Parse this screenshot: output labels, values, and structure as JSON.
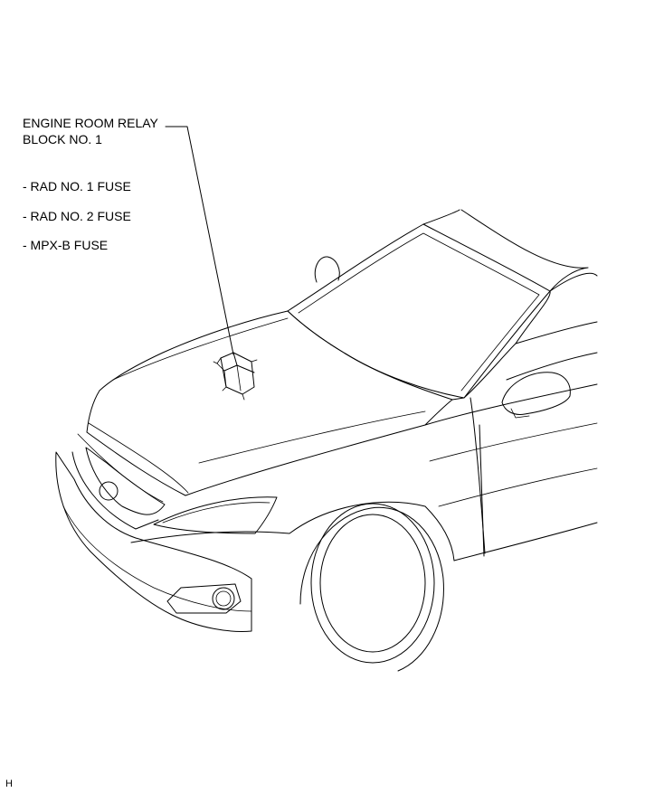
{
  "component": {
    "name_line1": "ENGINE ROOM RELAY",
    "name_line2": "BLOCK NO. 1"
  },
  "fuses": [
    "- RAD NO. 1 FUSE",
    "- RAD NO. 2 FUSE",
    "- MPX-B FUSE"
  ],
  "corner_code": "H"
}
